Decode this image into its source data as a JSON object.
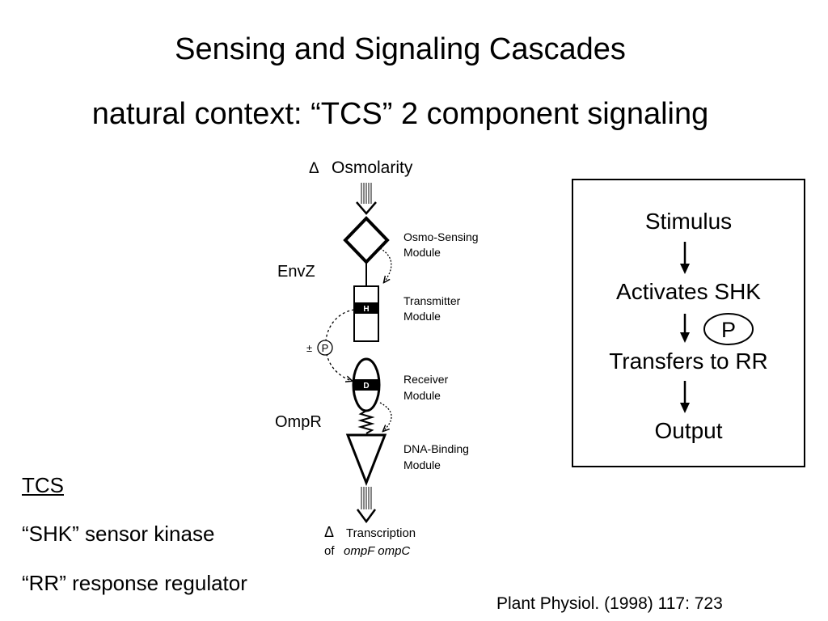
{
  "slide": {
    "title": "Sensing and Signaling Cascades",
    "subtitle": "natural context: “TCS” 2 component signaling"
  },
  "diagram": {
    "input_symbol": "Δ",
    "input": "Osmolarity",
    "protein_top": "EnvZ",
    "protein_bottom": "OmpR",
    "module_1": [
      "Osmo-Sensing",
      "Module"
    ],
    "module_2": [
      "Transmitter",
      "Module"
    ],
    "module_3": [
      "Receiver",
      "Module"
    ],
    "module_4": [
      "DNA-Binding",
      "Module"
    ],
    "histidine_label": "H",
    "aspartate_label": "D",
    "phospho_sign": "±",
    "phospho_label": "P",
    "output_symbol": "Δ",
    "output_line1": "Transcription",
    "output_of": "of",
    "output_genes": "ompF ompC"
  },
  "flow_box": {
    "steps": [
      "Stimulus",
      "Activates SHK",
      "Transfers to RR",
      "Output"
    ],
    "phospho_label": "P"
  },
  "legend": {
    "heading": "TCS",
    "items": [
      "“SHK” sensor kinase",
      "“RR” response regulator"
    ]
  },
  "citation": "Plant Physiol. (1998) 117: 723"
}
